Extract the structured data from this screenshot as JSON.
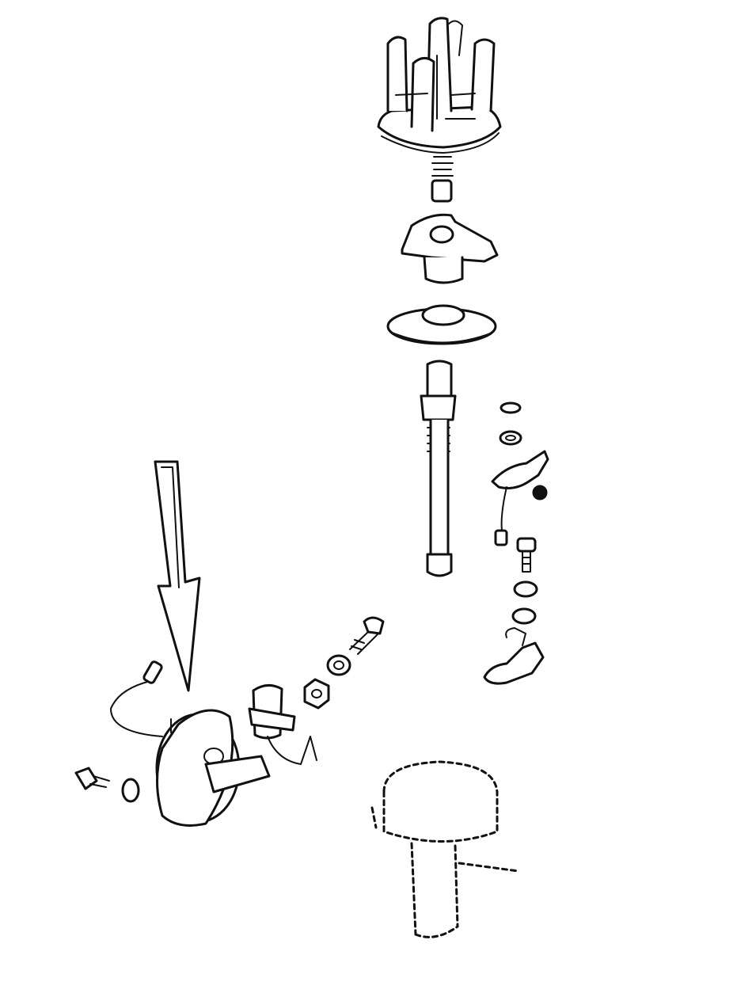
{
  "diagram": {
    "type": "exploded-parts-illustration",
    "background": "#ffffff",
    "ink_color": "#111111",
    "parts": [
      {
        "id": "distributor-cap",
        "icon": "distributor-cap-icon"
      },
      {
        "id": "carbon-brush-spring",
        "icon": "spring-icon"
      },
      {
        "id": "rotor",
        "icon": "rotor-icon"
      },
      {
        "id": "dust-shield",
        "icon": "dust-shield-icon"
      },
      {
        "id": "distributor-shaft",
        "icon": "shaft-icon"
      },
      {
        "id": "contact-points-set",
        "icon": "contact-points-icon"
      },
      {
        "id": "vacuum-advance-unit",
        "icon": "vacuum-unit-icon"
      },
      {
        "id": "condenser",
        "icon": "condenser-icon"
      },
      {
        "id": "distributor-housing",
        "icon": "housing-outline-icon"
      }
    ],
    "callout": {
      "icon": "down-arrow-icon",
      "points_to": "vacuum-advance-unit"
    }
  }
}
